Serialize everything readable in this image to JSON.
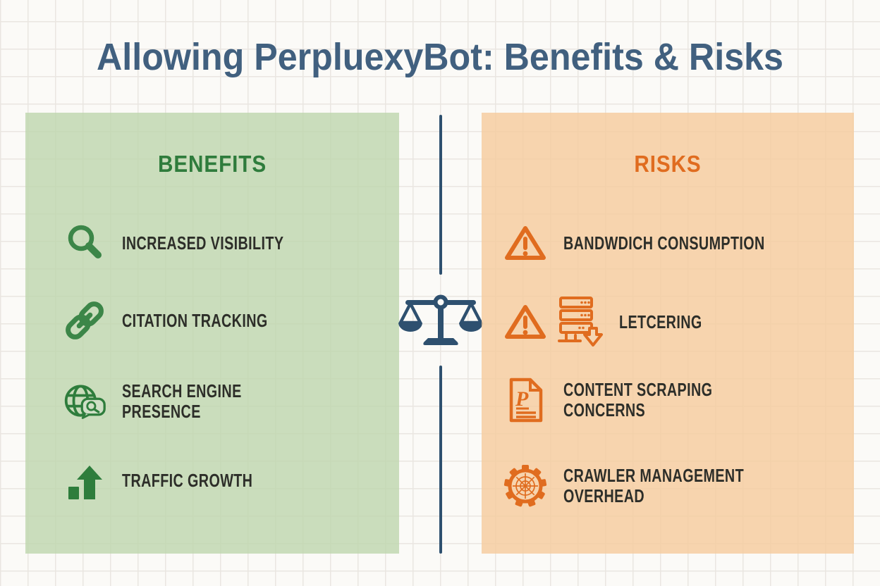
{
  "title": "Allowing PerpluexyBot: Benefits & Risks",
  "colors": {
    "title_blue": "#41607f",
    "divider_blue": "#2e506f",
    "benefits_panel_bg": "#ccdcc2",
    "benefits_accent": "#2f7c3c",
    "risks_panel_bg": "#f6d7b4",
    "risks_accent": "#e06c1f",
    "item_text": "#2d2e29"
  },
  "center": {
    "icon": "balance-scale-icon"
  },
  "benefits": {
    "header": "BENEFITS",
    "items": [
      {
        "icon": "magnifier-icon",
        "label": "INCREASED VISIBILITY"
      },
      {
        "icon": "link-icon",
        "label": "CITATION TRACKING"
      },
      {
        "icon": "globe-search-icon",
        "label": "SEARCH ENGINE\nPRESENCE"
      },
      {
        "icon": "growth-arrow-icon",
        "label": "TRAFFIC GROWTH"
      }
    ]
  },
  "risks": {
    "header": "RISKS",
    "items": [
      {
        "icons": [
          "warning-triangle-icon"
        ],
        "label": "BANDWDICH CONSUMPTION"
      },
      {
        "icons": [
          "warning-triangle-icon",
          "server-download-icon"
        ],
        "label": "LETCERING"
      },
      {
        "icons": [
          "document-p-icon"
        ],
        "label": "CONTENT SCRAPING\nCONCERNS"
      },
      {
        "icons": [
          "gear-web-icon"
        ],
        "label": "CRAWLER MANAGEMENT\nOVERHEAD"
      }
    ]
  }
}
